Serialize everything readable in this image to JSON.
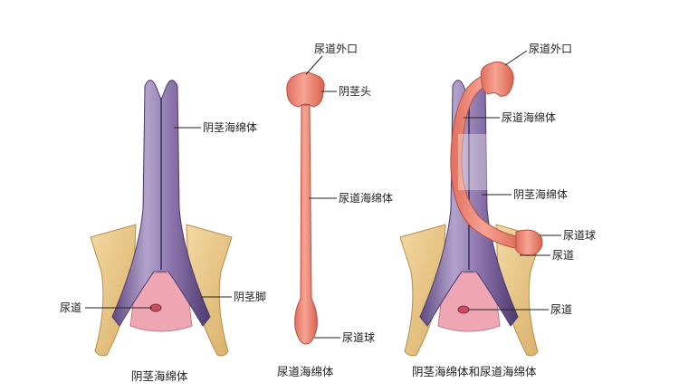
{
  "panels": [
    {
      "caption": "阴茎海绵体",
      "labels": {
        "cc": "阴茎海绵体",
        "crus": "阴茎脚",
        "urethra": "尿道"
      }
    },
    {
      "caption": "尿道海绵体",
      "labels": {
        "meatus": "尿道外口",
        "glans": "阴茎头",
        "cs": "尿道海绵体",
        "bulb": "尿道球"
      }
    },
    {
      "caption": "阴茎海绵体和尿道海绵体",
      "labels": {
        "meatus": "尿道外口",
        "cs": "尿道海绵体",
        "cc": "阴茎海绵体",
        "bulb": "尿道球",
        "urethra1": "尿道",
        "urethra2": "尿道"
      }
    }
  ],
  "colors": {
    "corpus_cavernosum": "#9c86b8",
    "corpus_cavernosum_dark": "#5e4a80",
    "corpus_spongiosum": "#ef8a7c",
    "bone": "#e9c98a",
    "bone_edge": "#b98d4a",
    "mucosa": "#f0a7b4"
  }
}
